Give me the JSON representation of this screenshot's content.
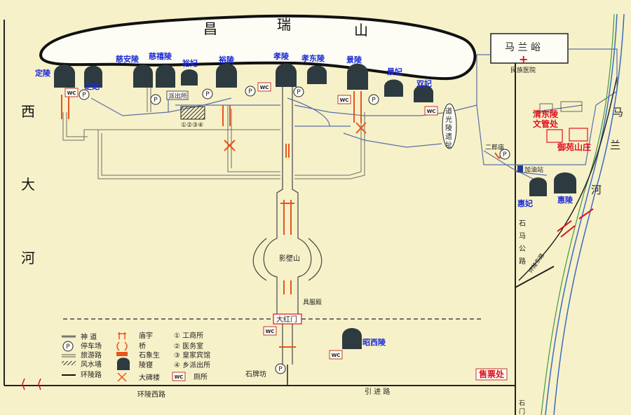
{
  "mountain": {
    "label_1": "昌",
    "label_2": "瑞",
    "label_3": "山"
  },
  "malanyu": {
    "label": "马 兰 峪",
    "hospital": "民族医院"
  },
  "river_west": {
    "c1": "西",
    "c2": "大",
    "c3": "河"
  },
  "river_east": {
    "c1": "马",
    "c2": "兰",
    "c3": "河"
  },
  "tombs": {
    "dingling": "定陵",
    "dingfei": "定妃",
    "ciananling": "慈安陵",
    "cixiling": "慈禧陵",
    "yufei_1": "裕妃",
    "yuling": "裕陵",
    "xiaoling": "孝陵",
    "xiaodongling": "孝东陵",
    "jingling": "景陵",
    "jingfei": "景妃",
    "shuangfei": "双妃",
    "huifei": "惠妃",
    "huiling": "惠陵",
    "zhaoxiling": "昭西陵"
  },
  "places": {
    "daoguang_c1": "道",
    "daoguang_c2": "光",
    "daoguang_c3": "陵",
    "daoguang_c4": "遗",
    "daoguang_c5": "址",
    "qingdongling_admin_1": "清东陵",
    "qingdongling_admin_2": "文管处",
    "yuyuan": "御苑山庄",
    "yingbishan": "影壁山",
    "dahongmen": "大红门",
    "shipaifang": "石牌坊",
    "paichusuo": "派出所",
    "ticket_office": "售票处",
    "gas_station": "加油站",
    "erhaoxi": "二郎庙",
    "shouhuo": "具服殿",
    "stone_labels": "①②③④"
  },
  "roads": {
    "west_ring": "环陵西路",
    "entry_road": "引 进 路",
    "east_ring": "环陵东路",
    "shima_1": "石",
    "shima_2": "马",
    "shima_3": "公",
    "shima_4": "路",
    "shimen_1": "石",
    "shimen_2": "门"
  },
  "legend": {
    "shendao": "神 道",
    "parking": "停车场",
    "tour_road": "旅游路",
    "fengshui": "风水墙",
    "ring_road": "环陵路",
    "temple": "庙宇",
    "bridge": "桥",
    "statue": "石象生",
    "mausoleum": "陵寝",
    "stele": "大碑楼",
    "n1": "① 工商所",
    "n2": "② 医务室",
    "n3": "③ 皇家宾馆",
    "n4": "④ 乡派出所",
    "wc": "厕所"
  },
  "icons": {
    "parking": "P",
    "wc": "WC"
  },
  "colors": {
    "background": "#f7f1c9",
    "road": "#2a2a2a",
    "tour": "#5a6fa8",
    "mausoleum": "#2d3a40",
    "label_blue": "#1b2ad6",
    "label_red": "#e01020",
    "accent_orange": "#e8541a"
  }
}
